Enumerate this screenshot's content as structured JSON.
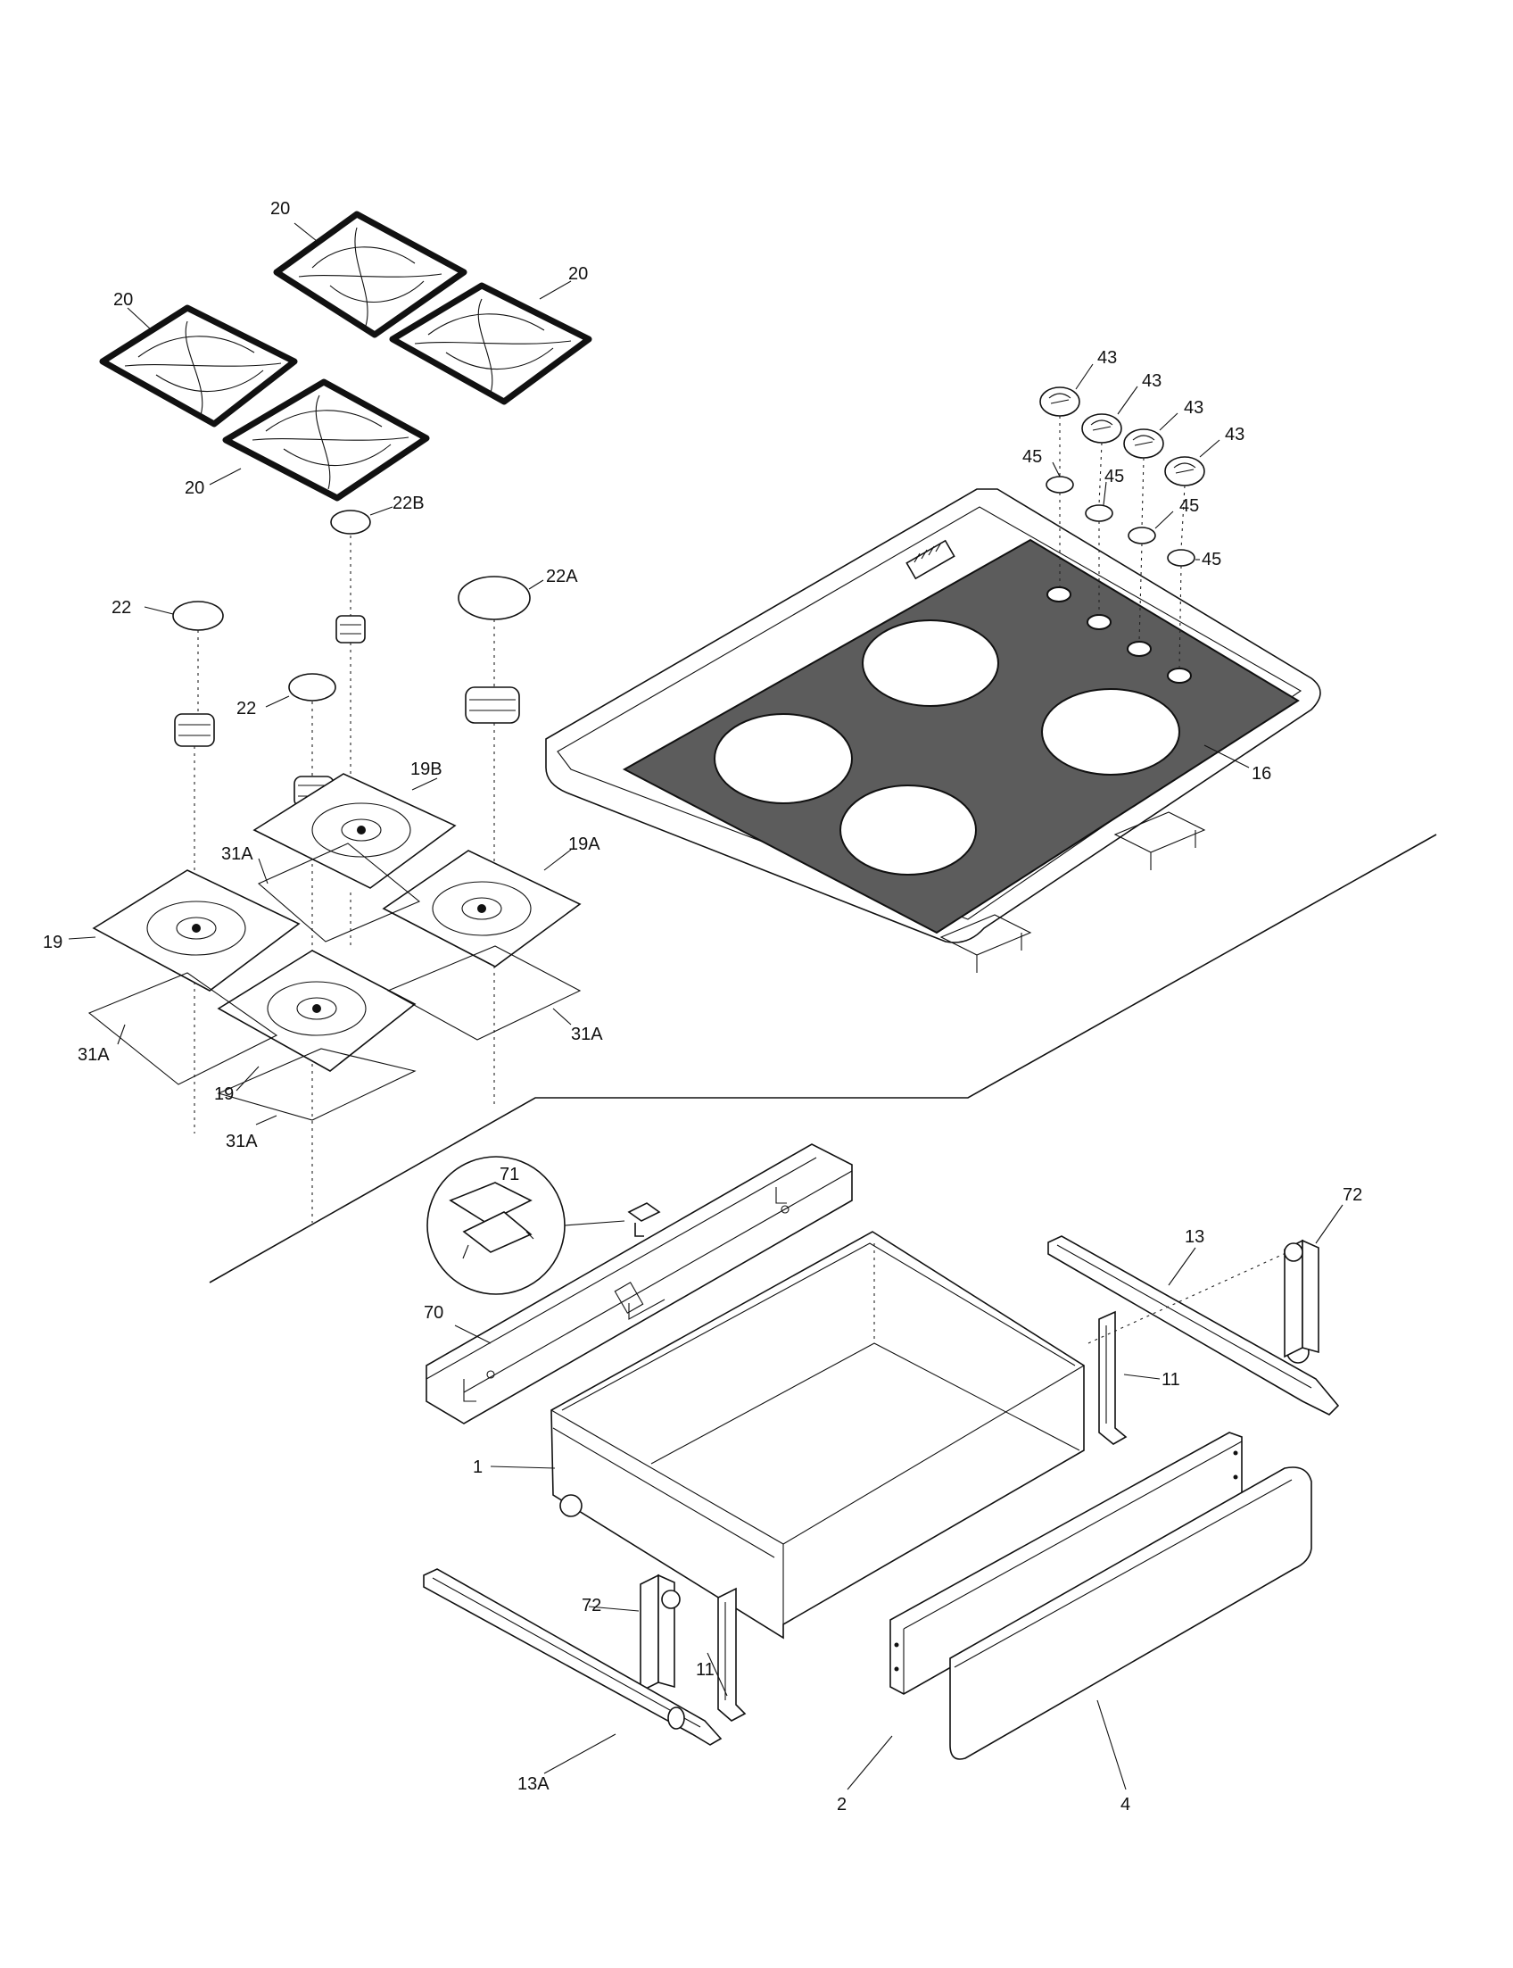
{
  "callouts": {
    "c20a": "20",
    "c20b": "20",
    "c20c": "20",
    "c20d": "20",
    "c22b": "22B",
    "c22": "22",
    "c22a": "22A",
    "c22c": "22",
    "c19b": "19B",
    "c19a": "19A",
    "c19": "19",
    "c19c": "19",
    "c31a1": "31A",
    "c31a2": "31A",
    "c31a3": "31A",
    "c31a4": "31A",
    "c43a": "43",
    "c43b": "43",
    "c43c": "43",
    "c43d": "43",
    "c45a": "45",
    "c45b": "45",
    "c45c": "45",
    "c45d": "45",
    "c16": "16",
    "c71": "71",
    "c70": "70",
    "c72a": "72",
    "c13": "13",
    "c11a": "11",
    "c1": "1",
    "c72b": "72",
    "c11b": "11",
    "c13a": "13A",
    "c2": "2",
    "c4": "4"
  }
}
